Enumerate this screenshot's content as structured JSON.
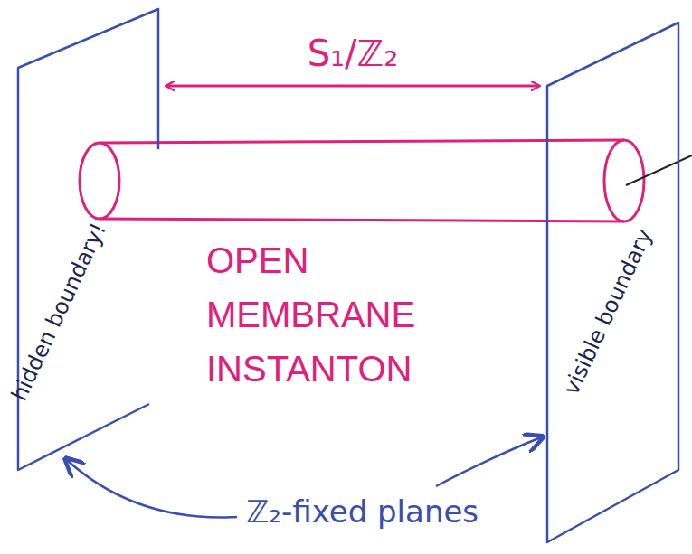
{
  "diagram": {
    "nodes": [
      {
        "text": [
          "hidden boundary!"
        ]
      },
      {
        "text": [
          "visible boundary"
        ]
      }
    ],
    "edges": [
      {
        "from": 0,
        "to": 1,
        "arrow": "both",
        "label": "S₁/ℤ₂"
      }
    ],
    "labels": [
      "OPEN MEMBRANE INSTANTON",
      "ℤ₂-fixed planes"
    ]
  }
}
